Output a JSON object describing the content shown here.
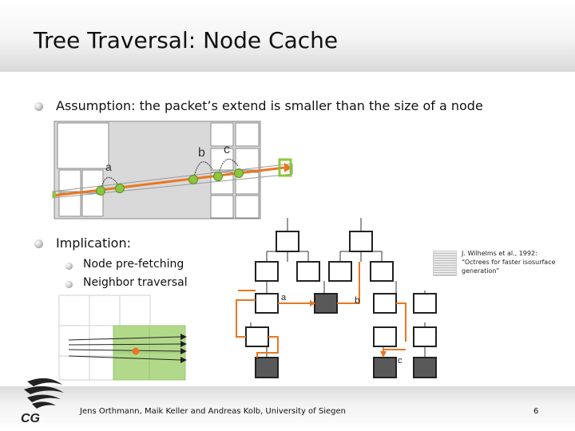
{
  "slide": {
    "title": "Tree Traversal: Node Cache",
    "assumption_label": "Assumption:",
    "assumption_text": " the packet’s extend is smaller than the size of a node",
    "implication_label": "Implication:",
    "sub_bullets": [
      "Node pre-fetching",
      "Neighbor traversal"
    ]
  },
  "quadtree_figure": {
    "labels": {
      "a": "a",
      "b": "b",
      "c": "c"
    }
  },
  "tree_figure": {
    "labels": {
      "a": "a",
      "b": "b",
      "c": "c"
    }
  },
  "reference": {
    "line1": "J. Wilhelms et al., 1992:",
    "line2": "“Octrees for faster isosurface",
    "line3": "generation”"
  },
  "footer": {
    "authors": "Jens Orthmann, Maik Keller and Andreas Kolb, University of Siegen",
    "page_number": "6",
    "logo_text": "CG"
  },
  "colors": {
    "ray": "#e87722",
    "green_node": "#8dc63f",
    "grid_fill": "#d9d9d9",
    "dark_node": "#595959",
    "neighbor_cell": "#b2d98a"
  }
}
